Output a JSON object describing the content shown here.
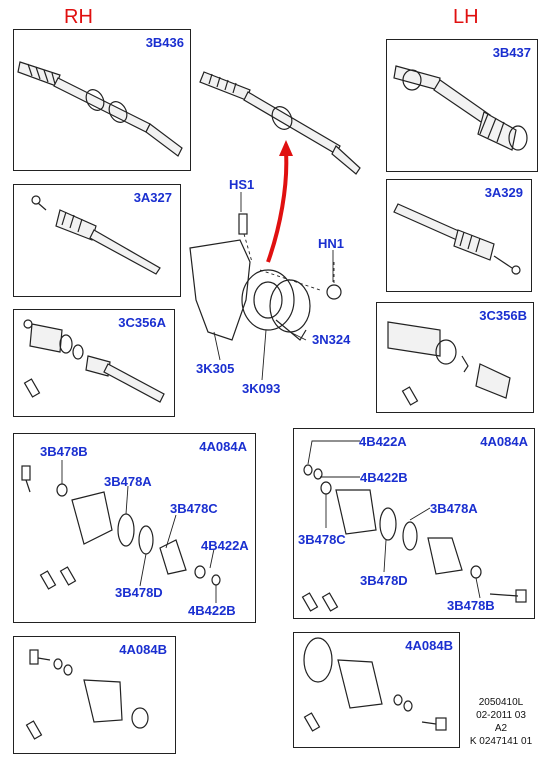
{
  "headers": {
    "rh": "RH",
    "lh": "LH"
  },
  "panels": {
    "p1": "3B436",
    "p2": "3B437",
    "p3": "3A327",
    "p4": "3A329",
    "p5": "3C356A",
    "p6": "3C356B",
    "p7": "4A084A",
    "p8": "4A084A",
    "p9": "4A084B",
    "p10": "4A084B"
  },
  "callouts": {
    "hs1": "HS1",
    "hn1": "HN1",
    "n3n324": "3N324",
    "k3k305": "3K305",
    "k3k093": "3K093",
    "l_3b478b": "3B478B",
    "l_3b478a": "3B478A",
    "l_3b478c": "3B478C",
    "l_4b422a": "4B422A",
    "l_3b478d": "3B478D",
    "l_4b422b": "4B422B",
    "r_4b422a": "4B422A",
    "r_4b422b": "4B422B",
    "r_3b478c": "3B478C",
    "r_3b478a": "3B478A",
    "r_3b478d": "3B478D",
    "r_3b478b": "3B478B"
  },
  "note": [
    "2050410L",
    "02-2011 03",
    "A2",
    "K 0247141 01"
  ],
  "colors": {
    "header": "#e01010",
    "label": "#1a2fd0",
    "arrow": "#e01010"
  }
}
